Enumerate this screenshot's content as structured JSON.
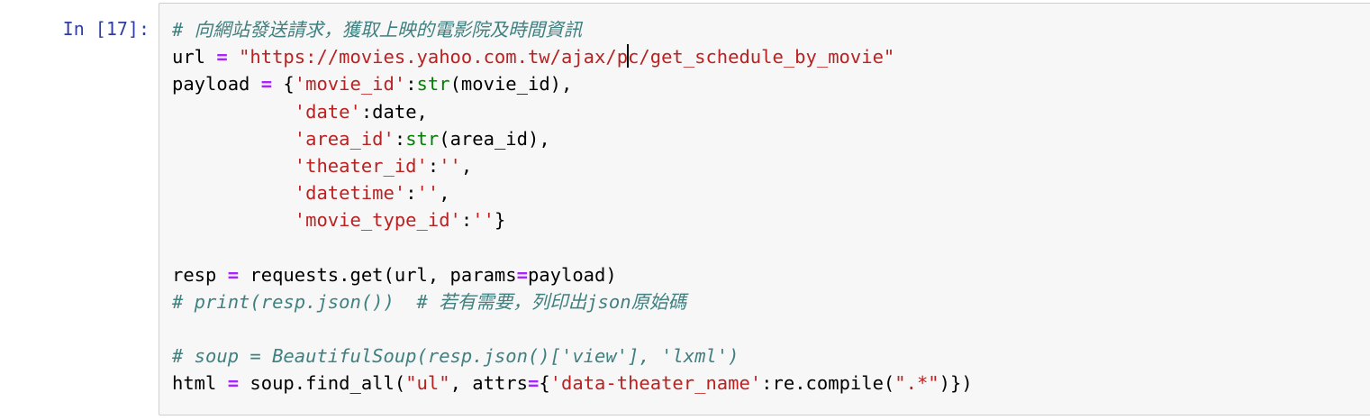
{
  "cell": {
    "prompt": "In [17]:",
    "code_lines": [
      [
        {
          "t": "cm",
          "v": "# 向網站發送請求，獲取上映的電影院及時間資訊"
        }
      ],
      [
        {
          "t": "n",
          "v": "url "
        },
        {
          "t": "op",
          "v": "="
        },
        {
          "t": "n",
          "v": " "
        },
        {
          "t": "st",
          "v": "\"https://movies.yahoo.com.tw/ajax/p"
        },
        {
          "t": "cursor",
          "v": ""
        },
        {
          "t": "st",
          "v": "c/get_schedule_by_movie\""
        }
      ],
      [
        {
          "t": "n",
          "v": "payload "
        },
        {
          "t": "op",
          "v": "="
        },
        {
          "t": "n",
          "v": " {"
        },
        {
          "t": "st",
          "v": "'movie_id'"
        },
        {
          "t": "n",
          "v": ":"
        },
        {
          "t": "bi",
          "v": "str"
        },
        {
          "t": "n",
          "v": "(movie_id),"
        }
      ],
      [
        {
          "t": "n",
          "v": "           "
        },
        {
          "t": "st",
          "v": "'date'"
        },
        {
          "t": "n",
          "v": ":date,"
        }
      ],
      [
        {
          "t": "n",
          "v": "           "
        },
        {
          "t": "st",
          "v": "'area_id'"
        },
        {
          "t": "n",
          "v": ":"
        },
        {
          "t": "bi",
          "v": "str"
        },
        {
          "t": "n",
          "v": "(area_id),"
        }
      ],
      [
        {
          "t": "n",
          "v": "           "
        },
        {
          "t": "st",
          "v": "'theater_id'"
        },
        {
          "t": "n",
          "v": ":"
        },
        {
          "t": "st",
          "v": "''"
        },
        {
          "t": "n",
          "v": ","
        }
      ],
      [
        {
          "t": "n",
          "v": "           "
        },
        {
          "t": "st",
          "v": "'datetime'"
        },
        {
          "t": "n",
          "v": ":"
        },
        {
          "t": "st",
          "v": "''"
        },
        {
          "t": "n",
          "v": ","
        }
      ],
      [
        {
          "t": "n",
          "v": "           "
        },
        {
          "t": "st",
          "v": "'movie_type_id'"
        },
        {
          "t": "n",
          "v": ":"
        },
        {
          "t": "st",
          "v": "''"
        },
        {
          "t": "n",
          "v": "}"
        }
      ],
      [],
      [
        {
          "t": "n",
          "v": "resp "
        },
        {
          "t": "op",
          "v": "="
        },
        {
          "t": "n",
          "v": " requests.get(url, params"
        },
        {
          "t": "op",
          "v": "="
        },
        {
          "t": "n",
          "v": "payload)"
        }
      ],
      [
        {
          "t": "cm",
          "v": "# print(resp.json())  # 若有需要，列印出json原始碼"
        }
      ],
      [],
      [
        {
          "t": "cm",
          "v": "# soup = BeautifulSoup(resp.json()['view'], 'lxml')"
        }
      ],
      [
        {
          "t": "n",
          "v": "html "
        },
        {
          "t": "op",
          "v": "="
        },
        {
          "t": "n",
          "v": " soup.find_all("
        },
        {
          "t": "st",
          "v": "\"ul\""
        },
        {
          "t": "n",
          "v": ", attrs"
        },
        {
          "t": "op",
          "v": "="
        },
        {
          "t": "n",
          "v": "{"
        },
        {
          "t": "st",
          "v": "'data-theater_name'"
        },
        {
          "t": "n",
          "v": ":re.compile("
        },
        {
          "t": "st",
          "v": "\".*\""
        },
        {
          "t": "n",
          "v": ")})"
        }
      ]
    ]
  },
  "colors": {
    "prompt": "#303f9f",
    "comment": "#408080",
    "operator": "#aa22ff",
    "string": "#ba2121",
    "builtin": "#008000",
    "cell_background": "#f7f7f7",
    "cell_border": "#cfcfcf"
  }
}
